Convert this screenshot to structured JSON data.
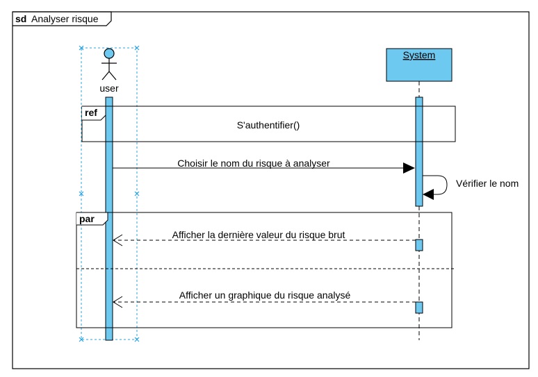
{
  "frame": {
    "keyword": "sd",
    "title": "Analyser risque"
  },
  "lifelines": {
    "user": {
      "name": "user"
    },
    "system": {
      "name": "System"
    }
  },
  "fragments": {
    "ref": {
      "operator": "ref",
      "label": "S'authentifier()"
    },
    "par": {
      "operator": "par"
    }
  },
  "messages": {
    "choose": "Choisir le nom du risque à analyser",
    "verify": "Vérifier le nom",
    "display_last": "Afficher la dernière valeur du risque brut",
    "display_chart": "Afficher un graphique du risque analysé"
  },
  "colors": {
    "activation": "#6ec9f0",
    "selection": "#29a3dd",
    "line": "#000000"
  }
}
